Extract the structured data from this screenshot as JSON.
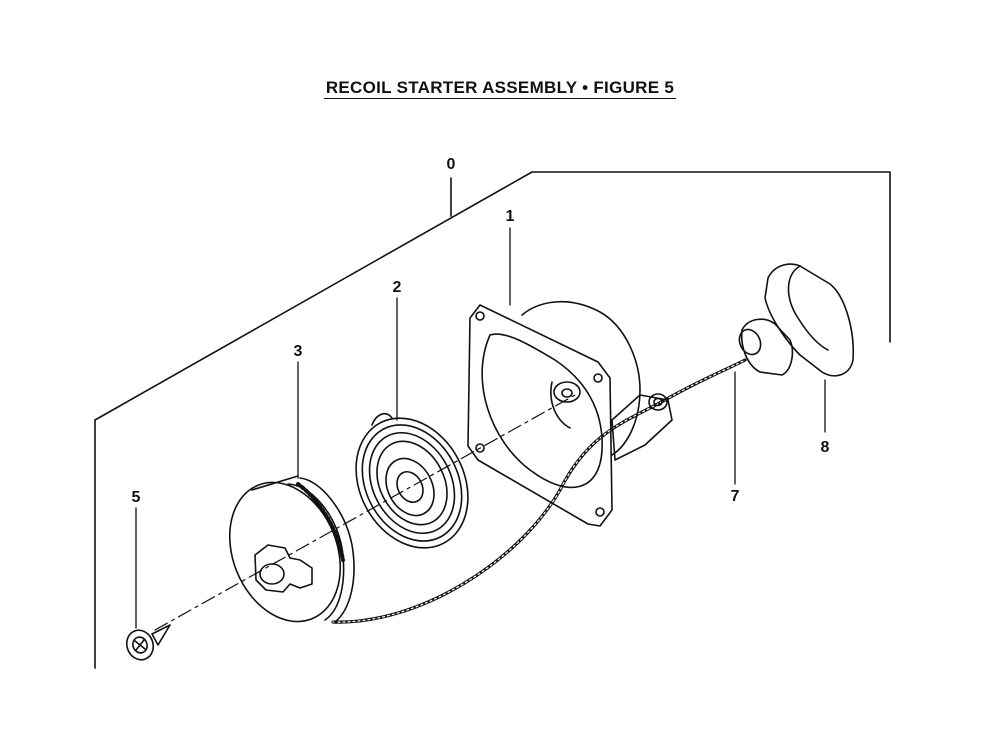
{
  "title": "RECOIL STARTER ASSEMBLY  •  FIGURE 5",
  "callouts": {
    "c0": "0",
    "c1": "1",
    "c2": "2",
    "c3": "3",
    "c5": "5",
    "c7": "7",
    "c8": "8"
  },
  "colors": {
    "ink": "#111111",
    "background": "#ffffff"
  }
}
